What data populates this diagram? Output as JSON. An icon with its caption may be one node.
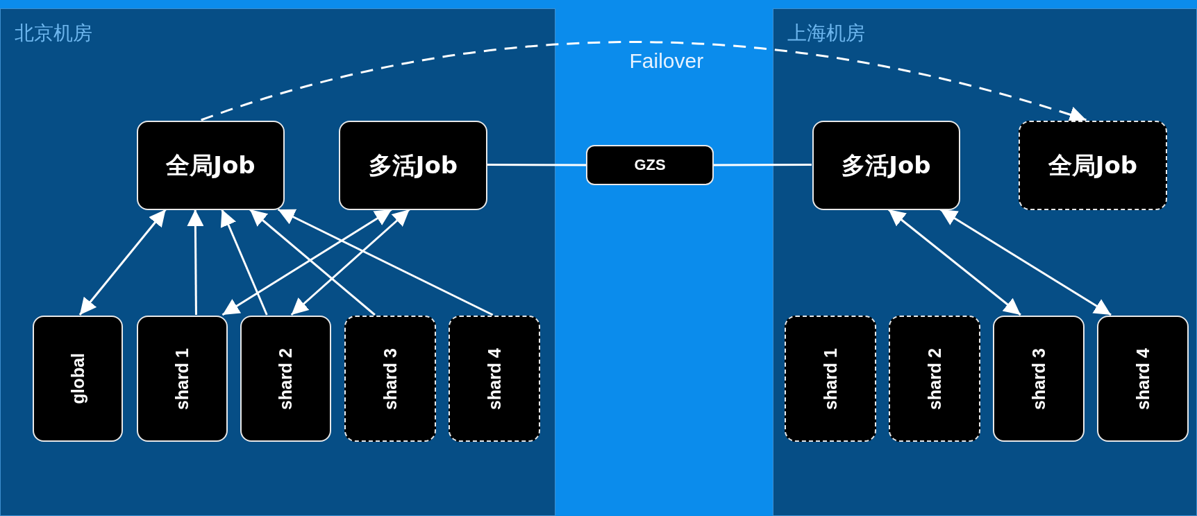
{
  "diagram": {
    "nodes": [
      {
        "text": [
          "北京机房"
        ]
      },
      {
        "text": [
          "上海机房"
        ]
      },
      {
        "text": [
          "全局Job"
        ],
        "in": 0
      },
      {
        "text": [
          "多活Job"
        ],
        "in": 0
      },
      {
        "text": [
          "GZS"
        ]
      },
      {
        "text": [
          "多活Job"
        ],
        "in": 1
      },
      {
        "text": [
          "全局Job"
        ],
        "in": 1
      },
      {
        "text": [
          "global"
        ],
        "in": 0
      },
      {
        "text": [
          "shard 1"
        ],
        "in": 0
      },
      {
        "text": [
          "shard 2"
        ],
        "in": 0
      },
      {
        "text": [
          "shard 3"
        ],
        "in": 0
      },
      {
        "text": [
          "shard 4"
        ],
        "in": 0
      },
      {
        "text": [
          "shard 1"
        ],
        "in": 1
      },
      {
        "text": [
          "shard 2"
        ],
        "in": 1
      },
      {
        "text": [
          "shard 3"
        ],
        "in": 1
      },
      {
        "text": [
          "shard 4"
        ],
        "in": 1
      }
    ],
    "edges": [
      {
        "from": 2,
        "to": 6,
        "arrow": "to",
        "label": "Failover",
        "style": "dashed"
      },
      {
        "from": 3,
        "to": 4,
        "arrow": "none"
      },
      {
        "from": 4,
        "to": 5,
        "arrow": "none"
      },
      {
        "from": 7,
        "to": 2,
        "arrow": "both"
      },
      {
        "from": 8,
        "to": 2,
        "arrow": "to"
      },
      {
        "from": 9,
        "to": 2,
        "arrow": "to"
      },
      {
        "from": 10,
        "to": 2,
        "arrow": "to"
      },
      {
        "from": 11,
        "to": 2,
        "arrow": "to"
      },
      {
        "from": 8,
        "to": 3,
        "arrow": "both"
      },
      {
        "from": 9,
        "to": 3,
        "arrow": "both"
      },
      {
        "from": 5,
        "to": 14,
        "arrow": "both"
      },
      {
        "from": 5,
        "to": 15,
        "arrow": "both"
      }
    ]
  }
}
